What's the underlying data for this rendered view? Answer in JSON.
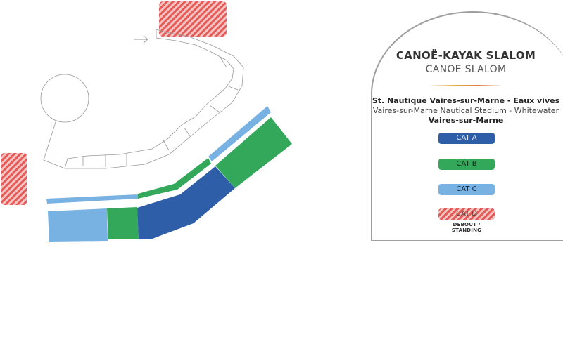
{
  "title": {
    "line1": "CANOË-KAYAK SLALOM",
    "line2": "CANOE SLALOM"
  },
  "venue": {
    "fr": "St. Nautique Vaires-sur-Marne - Eaux vives",
    "en": "Vaires-sur-Marne Nautical Stadium - Whitewater",
    "city": "Vaires-sur-Marne"
  },
  "categories": [
    {
      "label": "CAT A",
      "color": "#2f5ea8"
    },
    {
      "label": "CAT B",
      "color": "#33a85a"
    },
    {
      "label": "CAT C",
      "color": "#78b2e3"
    },
    {
      "label": "CAT D",
      "note": "DEBOUT / STANDING",
      "color": "#e45a57"
    }
  ],
  "map_features": [
    "standing-area-top",
    "standing-area-left",
    "whitewater-course",
    "seating-block-cat-a",
    "seating-block-cat-b",
    "seating-block-cat-c",
    "course-direction-arrow"
  ]
}
